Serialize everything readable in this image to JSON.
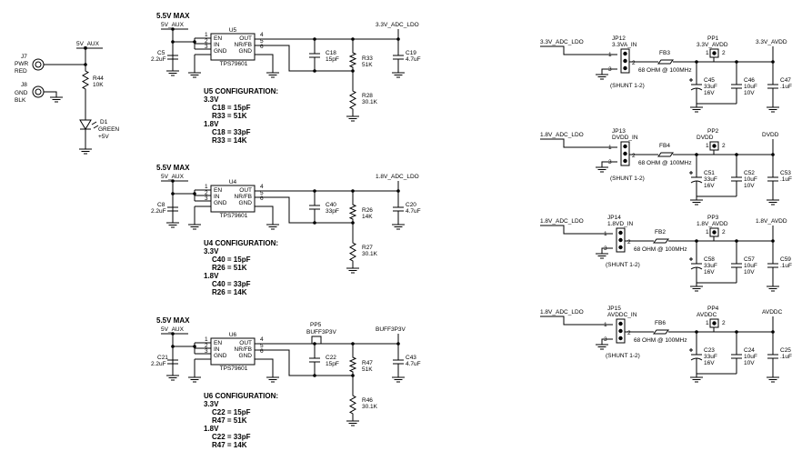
{
  "regulators": [
    {
      "max_label": "5.5V MAX",
      "input_net": "5V_AUX",
      "ref": "U5",
      "part": "TPS79601",
      "pins": {
        "en": "EN",
        "in": "IN",
        "gnd": "GND",
        "out": "OUT",
        "nrfb": "NR/FB",
        "gnd2": "GND",
        "p1": "1",
        "p2": "2",
        "p3": "3",
        "p4": "4",
        "p5": "5",
        "p6": "6"
      },
      "cin": {
        "ref": "C5",
        "value": "2.2uF"
      },
      "cnr": {
        "ref": "C18",
        "value": "15pF"
      },
      "r_top": {
        "ref": "R33",
        "value": "51K"
      },
      "r_bot": {
        "ref": "R28",
        "value": "30.1K"
      },
      "cout": {
        "ref": "C19",
        "value": "4.7uF"
      },
      "output_net": "3.3V_ADC_LDO",
      "config_title": "U5 CONFIGURATION:",
      "config": [
        "3.3V",
        "C18 = 15pF",
        "R33 = 51K",
        "1.8V",
        "C18 = 33pF",
        "R33 = 14K"
      ]
    },
    {
      "max_label": "5.5V MAX",
      "input_net": "5V_AUX",
      "ref": "U4",
      "part": "TPS79601",
      "pins": {
        "en": "EN",
        "in": "IN",
        "gnd": "GND",
        "out": "OUT",
        "nrfb": "NR/FB",
        "gnd2": "GND",
        "p1": "1",
        "p2": "2",
        "p3": "3",
        "p4": "4",
        "p5": "5",
        "p6": "6"
      },
      "cin": {
        "ref": "C8",
        "value": "2.2uF"
      },
      "cnr": {
        "ref": "C40",
        "value": "33pF"
      },
      "r_top": {
        "ref": "R26",
        "value": "14K"
      },
      "r_bot": {
        "ref": "R27",
        "value": "30.1K"
      },
      "cout": {
        "ref": "C20",
        "value": "4.7uF"
      },
      "output_net": "1.8V_ADC_LDO",
      "config_title": "U4 CONFIGURATION:",
      "config": [
        "3.3V",
        "C40 = 15pF",
        "R26 = 51K",
        "1.8V",
        "C40 = 33pF",
        "R26 = 14K"
      ]
    },
    {
      "max_label": "5.5V MAX",
      "input_net": "5V_AUX",
      "ref": "U6",
      "part": "TPS79601",
      "pins": {
        "en": "EN",
        "in": "IN",
        "gnd": "GND",
        "out": "OUT",
        "nrfb": "NR/FB",
        "gnd2": "GND",
        "p1": "1",
        "p2": "2",
        "p3": "3",
        "p4": "4",
        "p5": "5",
        "p6": "6"
      },
      "cin": {
        "ref": "C21",
        "value": "2.2uF"
      },
      "cnr": {
        "ref": "C22",
        "value": "15pF"
      },
      "r_top": {
        "ref": "R47",
        "value": "51K"
      },
      "r_bot": {
        "ref": "R46",
        "value": "30.1K"
      },
      "cout": {
        "ref": "C43",
        "value": "4.7uF"
      },
      "output_net": "BUFF3P3V",
      "testpoint": {
        "ref": "PP5",
        "net": "BUFF3P3V"
      },
      "config_title": "U6 CONFIGURATION:",
      "config": [
        "3.3V",
        "C22 = 15pF",
        "R47 = 51K",
        "1.8V",
        "C22 = 33pF",
        "R47 = 14K"
      ]
    }
  ],
  "indicator": {
    "net": "5V_AUX",
    "jack_pwr": {
      "ref": "J7",
      "label1": "PWR",
      "label2": "RED"
    },
    "jack_gnd": {
      "ref": "J8",
      "label1": "GND",
      "label2": "BLK"
    },
    "resistor": {
      "ref": "R44",
      "value": "10K"
    },
    "led": {
      "ref": "D1",
      "color": "GREEN",
      "note": "+5V"
    }
  },
  "filters": [
    {
      "input_net": "3.3V_ADC_LDO",
      "jumper": {
        "ref": "JP12",
        "name": "3.3VA_IN",
        "pin1": "1",
        "pin2": "2",
        "pin3": "3",
        "shunt": "(SHUNT 1-2)"
      },
      "bead": {
        "ref": "FB3",
        "value": "68 OHM @ 100MHz"
      },
      "tp": {
        "ref": "PP1",
        "net": "3.3V_AVDD",
        "pin1": "1",
        "pin2": "2"
      },
      "caps": [
        {
          "ref": "C45",
          "v1": "33uF",
          "v2": "16V"
        },
        {
          "ref": "C46",
          "v1": "10uF",
          "v2": "10V"
        },
        {
          "ref": "C47",
          "v1": ".1uF",
          "v2": ""
        }
      ],
      "output_net": "3.3V_AVDD"
    },
    {
      "input_net": "1.8V_ADC_LDO",
      "jumper": {
        "ref": "JP13",
        "name": "DVDD_IN",
        "pin1": "1",
        "pin2": "2",
        "pin3": "3",
        "shunt": "(SHUNT 1-2)"
      },
      "bead": {
        "ref": "FB4",
        "value": "68 OHM @ 100MHz"
      },
      "tp": {
        "ref": "PP2",
        "net": "DVDD",
        "pin1": "1",
        "pin2": "2"
      },
      "caps": [
        {
          "ref": "C51",
          "v1": "33uF",
          "v2": "16V"
        },
        {
          "ref": "C52",
          "v1": "10uF",
          "v2": "10V"
        },
        {
          "ref": "C53",
          "v1": ".1uF",
          "v2": ""
        }
      ],
      "output_net": "DVDD"
    },
    {
      "input_net": "1.8V_ADC_LDO",
      "jumper": {
        "ref": "JP14",
        "name": "1.8VD_IN",
        "pin1": "1",
        "pin2": "2",
        "pin3": "3",
        "shunt": "(SHUNT 1-2)"
      },
      "bead": {
        "ref": "FB2",
        "value": "68 OHM @ 100MHz"
      },
      "tp": {
        "ref": "PP3",
        "net": "1.8V_AVDD",
        "pin1": "1",
        "pin2": "2"
      },
      "caps": [
        {
          "ref": "C58",
          "v1": "33uF",
          "v2": "16V"
        },
        {
          "ref": "C57",
          "v1": "10uF",
          "v2": "10V"
        },
        {
          "ref": "C59",
          "v1": ".1uF",
          "v2": ""
        }
      ],
      "output_net": "1.8V_AVDD"
    },
    {
      "input_net": "1.8V_ADC_LDO",
      "jumper": {
        "ref": "JP15",
        "name": "AVDDC_IN",
        "pin1": "1",
        "pin2": "2",
        "pin3": "3",
        "shunt": "(SHUNT 1-2)"
      },
      "bead": {
        "ref": "FB6",
        "value": "68 OHM @ 100MHz"
      },
      "tp": {
        "ref": "PP4",
        "net": "AVDDC",
        "pin1": "1",
        "pin2": "2"
      },
      "caps": [
        {
          "ref": "C23",
          "v1": "33uF",
          "v2": "16V"
        },
        {
          "ref": "C24",
          "v1": "10uF",
          "v2": "10V"
        },
        {
          "ref": "C25",
          "v1": ".1uF",
          "v2": ""
        }
      ],
      "output_net": "AVDDC"
    }
  ]
}
